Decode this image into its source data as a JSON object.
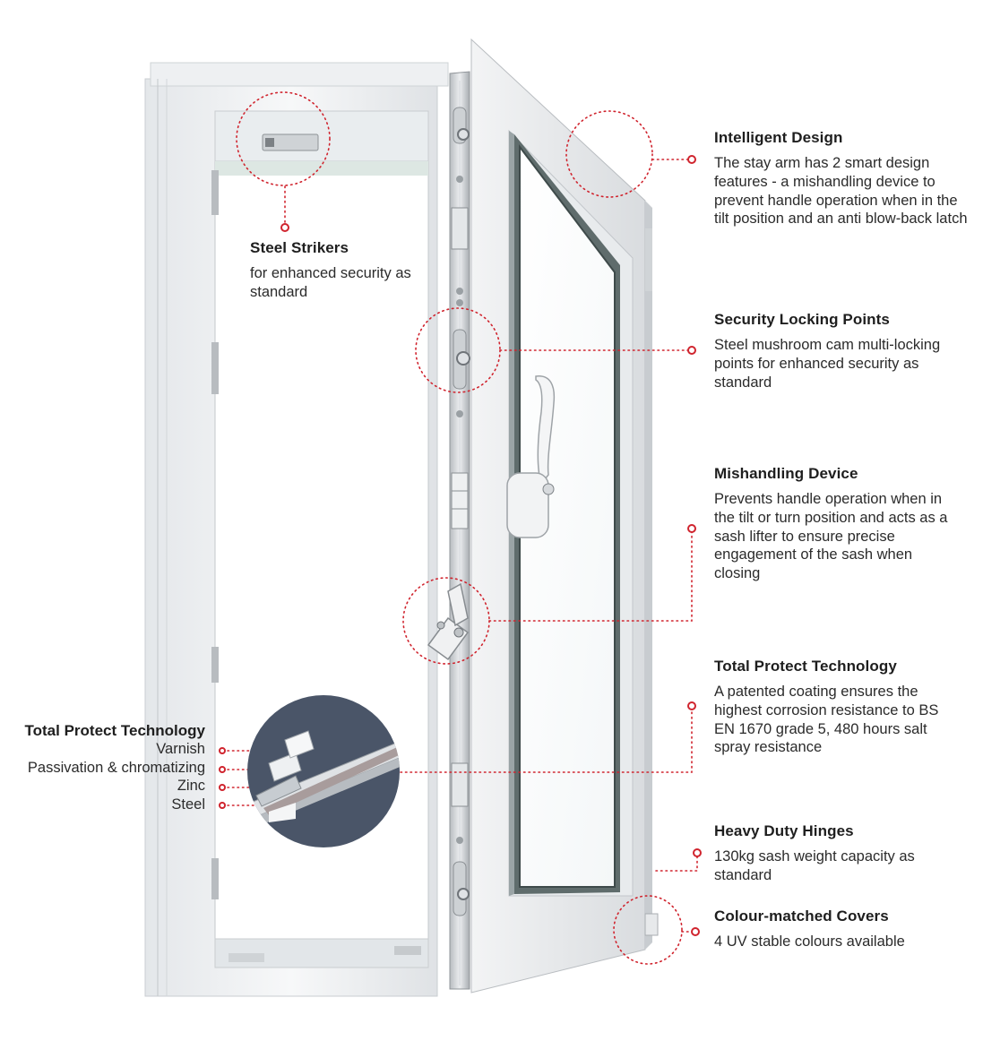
{
  "accent_color": "#d0242e",
  "callouts": {
    "intelligent_design": {
      "title": "Intelligent Design",
      "body": "The stay arm has 2 smart design features - a mishandling device to prevent handle operation when in the tilt position and an anti blow-back latch"
    },
    "security_locking_points": {
      "title": "Security Locking Points",
      "body": "Steel mushroom cam multi-locking points for enhanced security as standard"
    },
    "mishandling_device": {
      "title": "Mishandling Device",
      "body": "Prevents handle operation when in the tilt or turn position and acts as a sash lifter to ensure precise engagement of the sash when closing"
    },
    "total_protect_technology": {
      "title": "Total Protect Technology",
      "body": "A patented coating ensures the highest corrosion resistance to BS EN 1670 grade 5, 480 hours salt spray resistance"
    },
    "heavy_duty_hinges": {
      "title": "Heavy Duty Hinges",
      "body": "130kg sash weight capacity as standard"
    },
    "colour_matched_covers": {
      "title": "Colour-matched Covers",
      "body": "4 UV stable colours available"
    },
    "steel_strikers": {
      "title": "Steel Strikers",
      "body": "for enhanced security as standard"
    }
  },
  "coating_layers": {
    "title": "Total Protect Technology",
    "layers": [
      "Varnish",
      "Passivation & chromatizing",
      "Zinc",
      "Steel"
    ]
  },
  "icons": [
    "window-illustration",
    "handle-icon",
    "stay-arm-icon",
    "locking-cam-icon",
    "coating-cross-section-icon"
  ]
}
